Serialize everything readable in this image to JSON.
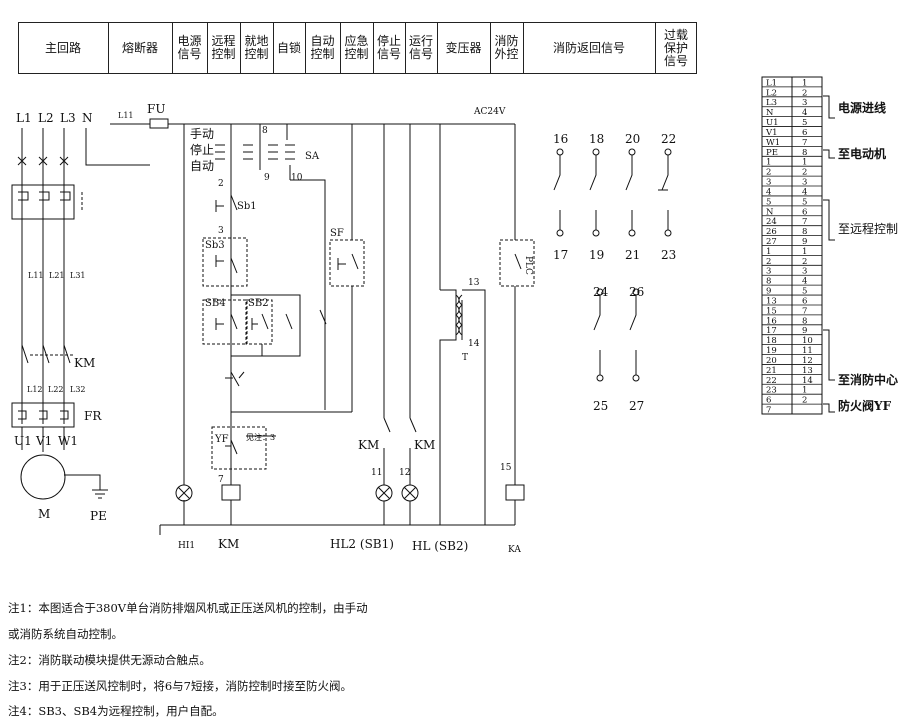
{
  "header_columns": [
    {
      "label": "主回路"
    },
    {
      "label": "熔断器"
    },
    {
      "label": "电源\n信号"
    },
    {
      "label": "远程\n控制"
    },
    {
      "label": "就地\n控制"
    },
    {
      "label": "自锁"
    },
    {
      "label": "自动\n控制"
    },
    {
      "label": "应急\n控制"
    },
    {
      "label": "停止\n信号"
    },
    {
      "label": "运行\n信号"
    },
    {
      "label": "变压器"
    },
    {
      "label": "消防\n外控"
    },
    {
      "label": "消防返回信号"
    },
    {
      "label": "过载\n保护\n信号"
    }
  ],
  "main_circuit": {
    "phases": [
      "L1",
      "L2",
      "L3",
      "N"
    ],
    "cables": [
      "L11",
      "L21",
      "L31"
    ],
    "contactor": "KM",
    "cables2": [
      "L12",
      "L22",
      "L32"
    ],
    "relay": "FR",
    "motor_terminals": [
      "U1",
      "V1",
      "W1"
    ],
    "motor": "M",
    "ground": "PE"
  },
  "control_circuit": {
    "fuse_wire": "L11",
    "fuse": "FU",
    "mode_switch": [
      "手动",
      "停止",
      "自动"
    ],
    "switch_label": "SA",
    "terminals": [
      "8",
      "2",
      "9",
      "10",
      "3",
      "7",
      "11",
      "12",
      "13",
      "14",
      "15"
    ],
    "buttons": [
      "Sb1",
      "Sb3",
      "SB4",
      "SB2"
    ],
    "sf": "SF",
    "yf": "YF",
    "yf_note": "见注：3",
    "transformer": "T",
    "voltage": "AC24V",
    "plc": "PLC",
    "km_contacts": [
      "KM",
      "KM"
    ],
    "bottom_labels": [
      "HI1",
      "KM",
      "HL2 (SB1)",
      "HL (SB2)",
      "KA"
    ]
  },
  "fire_signals": {
    "top": [
      "16",
      "18",
      "20",
      "22"
    ],
    "bottom": [
      "17",
      "19",
      "21",
      "23"
    ],
    "top2": [
      "24",
      "26"
    ],
    "bottom2": [
      "25",
      "27"
    ]
  },
  "terminal_strip": {
    "left": [
      "L1",
      "L2",
      "L3",
      "N",
      "U1",
      "V1",
      "W1",
      "PE",
      "1",
      "2",
      "3",
      "4",
      "5",
      "N",
      "24",
      "26",
      "27",
      "1",
      "2",
      "3",
      "8",
      "9",
      "13",
      "15",
      "16",
      "17",
      "18",
      "19",
      "20",
      "21",
      "22",
      "23",
      "6",
      "7"
    ],
    "right": [
      "1",
      "2",
      "3",
      "4",
      "5",
      "6",
      "7",
      "8",
      "1",
      "2",
      "3",
      "4",
      "5",
      "6",
      "7",
      "8",
      "9",
      "1",
      "2",
      "3",
      "4",
      "5",
      "6",
      "7",
      "8",
      "9",
      "10",
      "11",
      "12",
      "13",
      "14",
      "1",
      "2"
    ],
    "groups": [
      "电源进线",
      "至电动机",
      "至远程控制",
      "至消防中心",
      "防火阀YF"
    ]
  },
  "notes": [
    "注1：本图适合于380V单台消防排烟风机或正压送风机的控制，由手动",
    "或消防系统自动控制。",
    "注2：消防联动模块提供无源动合触点。",
    "注3：用于正压送风控制时，将6与7短接，消防控制时接至防火阀。",
    "注4：SB3、SB4为远程控制，用户自配。"
  ]
}
